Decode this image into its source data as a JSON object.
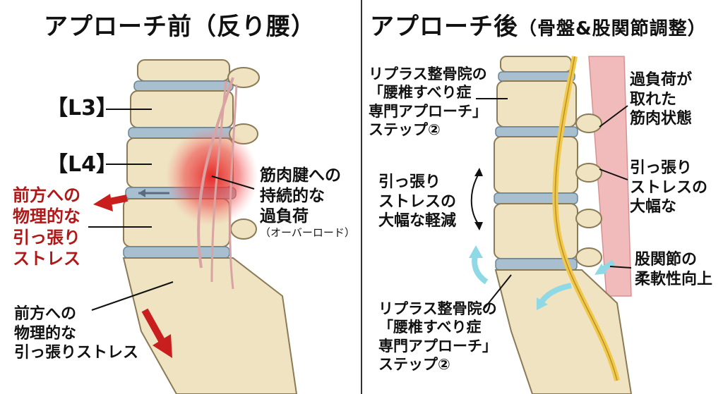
{
  "left": {
    "title_main": "アプローチ前",
    "title_sub": "（反り腰）",
    "label_l3": "【L3】",
    "label_l4": "【L4】",
    "red_stress": [
      "前方への",
      "物理的な",
      "引っ張り",
      "ストレス"
    ],
    "tendon": [
      "筋肉腱への",
      "持続的な",
      "過負荷"
    ],
    "tendon_note": "（オーバーロード）",
    "bottom_stress": [
      "前方への",
      "物理的な",
      "引っ張りストレス"
    ]
  },
  "right": {
    "title_main": "アプローチ後",
    "title_sub": "（骨盤&股関節調整）",
    "step_top": [
      "リプラス整骨院の",
      "「腰椎すべり症",
      "専門アプローチ」",
      "ステップ②"
    ],
    "reduce": [
      "引っ張り",
      "ストレスの",
      "大幅な軽減"
    ],
    "overload": [
      "過負荷が",
      "取れた",
      "筋肉状態"
    ],
    "stress_big": [
      "引っ張り",
      "ストレスの",
      "大幅な"
    ],
    "hip": [
      "股関節の",
      "柔軟性向上"
    ],
    "step_bottom": [
      "リプラス整骨院の",
      "「腰椎すべり症",
      "専門アプローチ」",
      "ステップ②"
    ]
  },
  "colors": {
    "bone": "#efe3c2",
    "disc": "#a8bfd0",
    "red": "#c81e1e",
    "cyan": "#8fd8e6",
    "nerve": "#f2c84a"
  }
}
